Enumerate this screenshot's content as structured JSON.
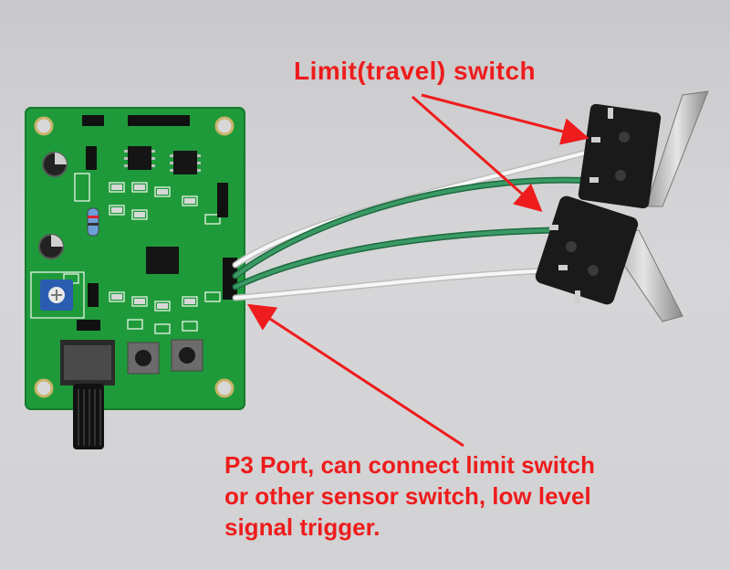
{
  "annotations": {
    "top_label": "Limit(travel) switch",
    "bottom_lines": [
      "P3 Port, can connect limit switch",
      "or other sensor switch, low level",
      "signal trigger."
    ]
  },
  "colors": {
    "annotation_red": "#ee1c1c",
    "pcb_green": "#1f9a3a",
    "wire_green": "#2f8f5a",
    "wire_white": "#f2f2f2",
    "switch_black": "#1a1a1a",
    "potentiometer_blue": "#2a5db0"
  }
}
